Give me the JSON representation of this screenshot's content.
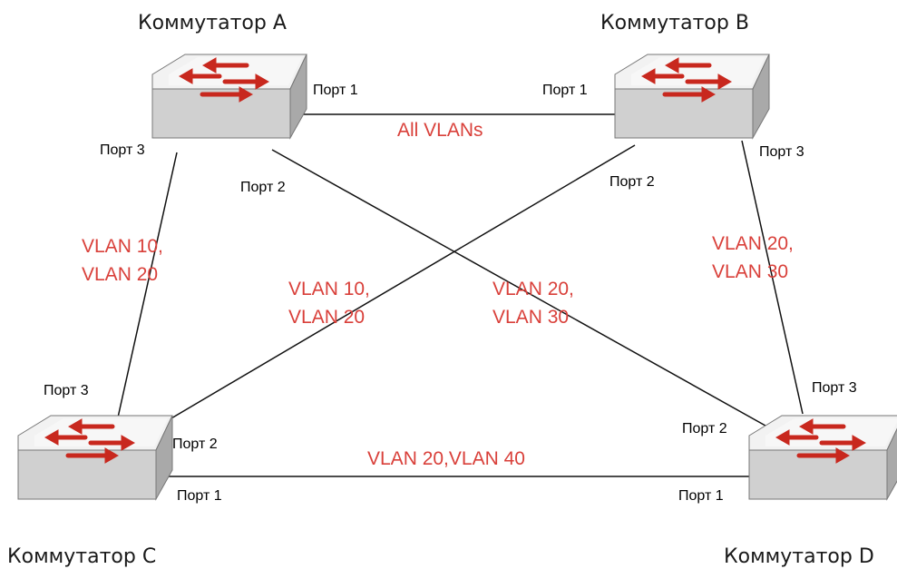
{
  "colors": {
    "vlan_text": "#d9403a",
    "arrow": "#c8281e",
    "switch_top": "#f4f4f4",
    "switch_front": "#cfcfcf",
    "switch_side": "#a8a8a8"
  },
  "switches": {
    "a": {
      "name": "Коммутатор A",
      "icon": "network-switch-icon"
    },
    "b": {
      "name": "Коммутатор B",
      "icon": "network-switch-icon"
    },
    "c": {
      "name": "Коммутатор C",
      "icon": "network-switch-icon"
    },
    "d": {
      "name": "Коммутатор D",
      "icon": "network-switch-icon"
    }
  },
  "ports": {
    "a1": "Порт 1",
    "a2": "Порт 2",
    "a3": "Порт 3",
    "b1": "Порт 1",
    "b2": "Порт 2",
    "b3": "Порт 3",
    "c1": "Порт 1",
    "c2": "Порт 2",
    "c3": "Порт 3",
    "d1": "Порт 1",
    "d2": "Порт 2",
    "d3": "Порт 3"
  },
  "links": {
    "ab": [
      "All VLANs"
    ],
    "ac": [
      "VLAN 10,",
      "VLAN 20"
    ],
    "bc": [
      "VLAN 10,",
      "VLAN 20"
    ],
    "ad": [
      "VLAN 20,",
      "VLAN 30"
    ],
    "bd": [
      "VLAN 20,",
      "VLAN 30"
    ],
    "cd": [
      "VLAN 20,VLAN 40"
    ]
  }
}
